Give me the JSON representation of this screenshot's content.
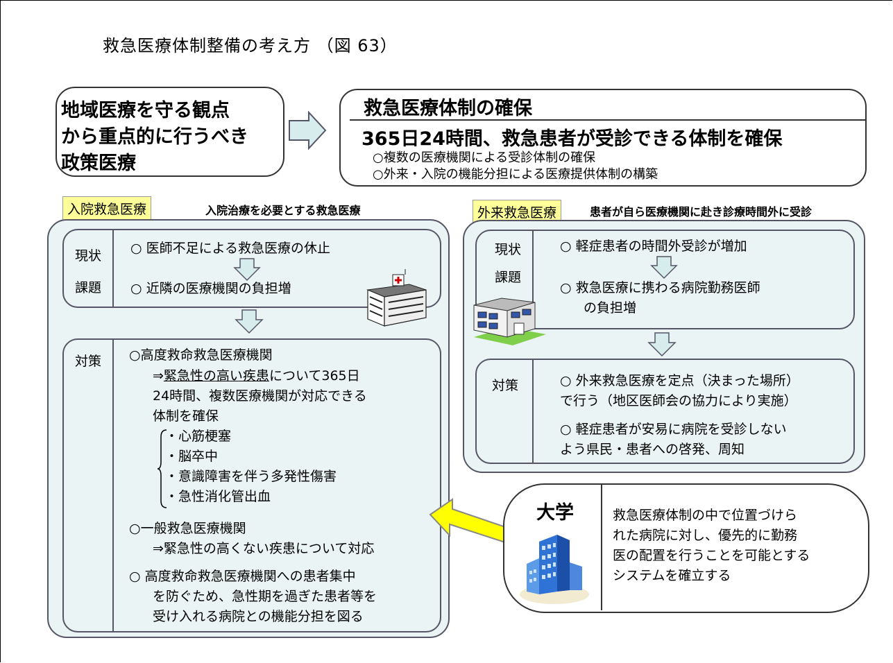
{
  "title": "救急医療体制整備の考え方 （図 63）",
  "policy": {
    "lines": [
      "地域医療を守る観点",
      "から重点的に行うべき",
      "政策医療"
    ]
  },
  "secure": {
    "title": "救急医療体制の確保",
    "main": "365日24時間、救急患者が受診できる体制を確保",
    "sub1": "○複数の医療機関による受診体制の確保",
    "sub2": "○外来・入院の機能分担による医療提供体制の構築"
  },
  "inpatient": {
    "label": "入院救急医療",
    "desc": "入院治療を必要とする救急医療",
    "status_label": "現状",
    "issue_label": "課題",
    "status_text": "○ 医師不足による救急医療の休止",
    "issue_text": "○ 近隣の医療機関の負担増",
    "measure_label": "対策",
    "m1": "○高度救命救急医療機関",
    "m2_pre": "⇒",
    "m2_u": "緊急性の高い疾患",
    "m2_post": "について365日",
    "m3": "24時間、複数医療機関が対応できる",
    "m4": "体制を確保",
    "diseases": [
      "・心筋梗塞",
      "・脳卒中",
      "・意識障害を伴う多発性傷害",
      "・急性消化管出血"
    ],
    "m5": "○一般救急医療機関",
    "m6": "⇒緊急性の高くない疾患について対応",
    "m7": "○ 高度救命救急医療機関への患者集中",
    "m8": "を防ぐため、急性期を過ぎた患者等を",
    "m9": "受け入れる病院との機能分担を図る"
  },
  "outpatient": {
    "label": "外来救急医療",
    "desc": "患者が自ら医療機関に赴き診療時間外に受診",
    "status_label": "現状",
    "issue_label": "課題",
    "status_text": "○ 軽症患者の時間外受診が増加",
    "issue_text1": "○ 救急医療に携わる病院勤務医師",
    "issue_text2": "の負担増",
    "measure_label": "対策",
    "m1": "○ 外来救急医療を定点（決まった場所）",
    "m2": "で行う（地区医師会の協力により実施）",
    "m3": "○ 軽症患者が安易に病院を受診しない",
    "m4": "よう県民・患者への啓発、周知"
  },
  "university": {
    "title": "大学",
    "lines": [
      "救急医療体制の中で位置づけら",
      "れた病院に対し、優先的に勤務",
      "医の配置を行うことを可能とする",
      "システムを確立する"
    ]
  },
  "colors": {
    "label_bg": "#ffff99",
    "panel_bg": "#eaf4f4",
    "big_arrow": "#ffff00",
    "down_arrow": "#d7ecec"
  }
}
